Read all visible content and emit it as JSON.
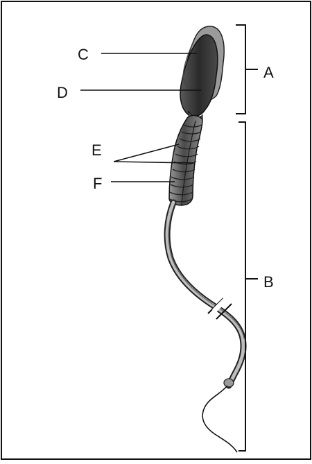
{
  "diagram": {
    "labels": {
      "a": "A",
      "b": "B",
      "c": "C",
      "d": "D",
      "e": "E",
      "f": "F"
    },
    "colors": {
      "ink": "#111111",
      "head_dark": "#2f2f2f",
      "acrosome": "#8a8a8a",
      "midpiece": "#6b6b6b",
      "tail": "#9a9a9a",
      "background": "#ffffff"
    }
  }
}
